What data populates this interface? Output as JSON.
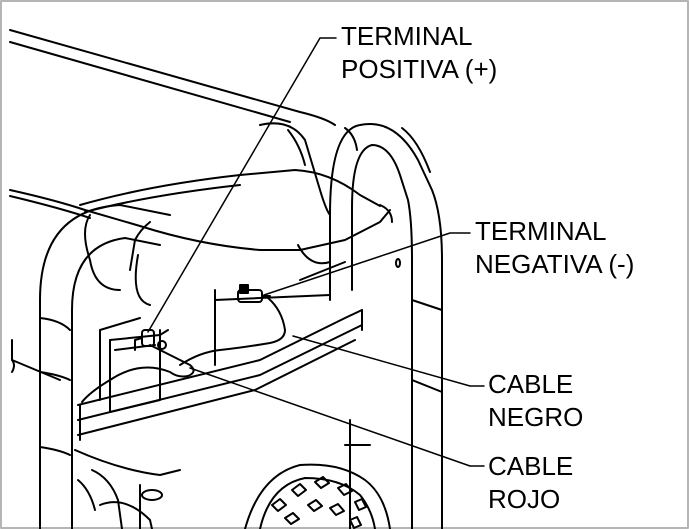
{
  "callouts": {
    "positive_terminal": [
      "TERMINAL",
      "POSITIVA (+)"
    ],
    "negative_terminal": [
      "TERMINAL",
      "NEGATIVA (-)"
    ],
    "black_cable": [
      "CABLE",
      "NEGRO"
    ],
    "red_cable": [
      "CABLE",
      "ROJO"
    ]
  },
  "colors": {
    "line": "#000000",
    "frame_border": "#b5b5b5",
    "background": "#ffffff"
  }
}
